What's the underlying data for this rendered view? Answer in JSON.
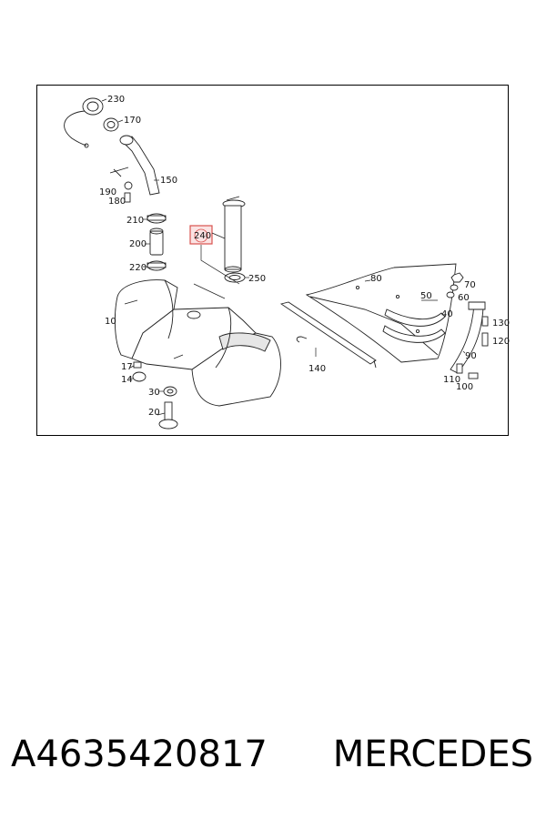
{
  "diagram": {
    "labels": {
      "l230": "230",
      "l170": "170",
      "l150": "150",
      "l190": "190",
      "l180": "180",
      "l210": "210",
      "l200": "200",
      "l220": "220",
      "l240": "240",
      "l250": "250",
      "l10": "10",
      "l17": "17",
      "l14": "14",
      "l30": "30",
      "l20": "20",
      "l80": "80",
      "l50": "50",
      "l40": "40",
      "l60": "60",
      "l70": "70",
      "l130": "130",
      "l120": "120",
      "l90": "90",
      "l110": "110",
      "l100": "100",
      "l140": "140"
    },
    "highlight_color": "#d9534f"
  },
  "caption": {
    "part_number": "A4635420817",
    "brand": "MERCEDES"
  }
}
